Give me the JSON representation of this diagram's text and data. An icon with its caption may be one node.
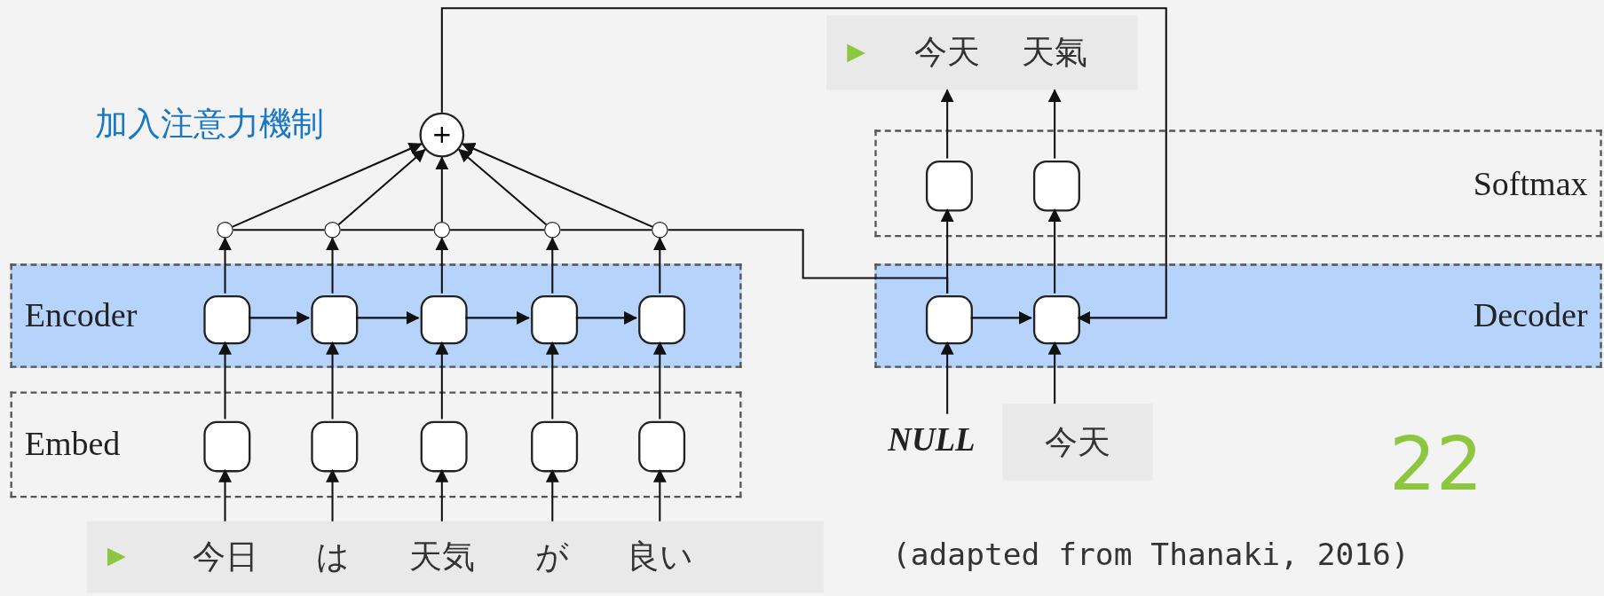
{
  "diagram": {
    "nodes": [
      {
        "text": [],
        "shape": "box"
      },
      {
        "text": [
          "今天"
        ],
        "in": 0
      },
      {
        "text": [
          "天氣"
        ],
        "in": 0
      },
      {
        "text": [
          "Softmax"
        ]
      },
      {
        "text": [],
        "shape": "box",
        "in": 3
      },
      {
        "text": [],
        "shape": "box",
        "in": 3
      },
      {
        "text": [
          "+"
        ]
      },
      {
        "text": [],
        "shape": "circle"
      },
      {
        "text": [],
        "shape": "circle"
      },
      {
        "text": [],
        "shape": "circle"
      },
      {
        "text": [],
        "shape": "circle"
      },
      {
        "text": [],
        "shape": "circle"
      },
      {
        "text": [
          "Encoder"
        ]
      },
      {
        "text": [],
        "shape": "box",
        "in": 12
      },
      {
        "text": [],
        "shape": "box",
        "in": 12
      },
      {
        "text": [],
        "shape": "box",
        "in": 12
      },
      {
        "text": [],
        "shape": "box",
        "in": 12
      },
      {
        "text": [],
        "shape": "box",
        "in": 12
      },
      {
        "text": [
          "Decoder"
        ]
      },
      {
        "text": [],
        "shape": "box",
        "in": 18
      },
      {
        "text": [],
        "shape": "box",
        "in": 18
      },
      {
        "text": [
          "Embed"
        ]
      },
      {
        "text": [],
        "shape": "box",
        "in": 21
      },
      {
        "text": [],
        "shape": "box",
        "in": 21
      },
      {
        "text": [],
        "shape": "box",
        "in": 21
      },
      {
        "text": [],
        "shape": "box",
        "in": 21
      },
      {
        "text": [],
        "shape": "box",
        "in": 21
      },
      {
        "text": [
          "NULL"
        ]
      },
      {
        "text": [
          "今天"
        ]
      },
      {
        "text": [],
        "shape": "box"
      },
      {
        "text": [
          "今日"
        ],
        "in": 29
      },
      {
        "text": [
          "は"
        ],
        "in": 29
      },
      {
        "text": [
          "天気"
        ],
        "in": 29
      },
      {
        "text": [
          "が"
        ],
        "in": 29
      },
      {
        "text": [
          "良い"
        ],
        "in": 29
      }
    ],
    "edges": [
      {
        "from": 30,
        "to": 22,
        "arrow": "to"
      },
      {
        "from": 31,
        "to": 23,
        "arrow": "to"
      },
      {
        "from": 32,
        "to": 24,
        "arrow": "to"
      },
      {
        "from": 33,
        "to": 25,
        "arrow": "to"
      },
      {
        "from": 34,
        "to": 26,
        "arrow": "to"
      },
      {
        "from": 22,
        "to": 13,
        "arrow": "to"
      },
      {
        "from": 23,
        "to": 14,
        "arrow": "to"
      },
      {
        "from": 24,
        "to": 15,
        "arrow": "to"
      },
      {
        "from": 25,
        "to": 16,
        "arrow": "to"
      },
      {
        "from": 26,
        "to": 17,
        "arrow": "to"
      },
      {
        "from": 13,
        "to": 14,
        "arrow": "to"
      },
      {
        "from": 14,
        "to": 15,
        "arrow": "to"
      },
      {
        "from": 15,
        "to": 16,
        "arrow": "to"
      },
      {
        "from": 16,
        "to": 17,
        "arrow": "to"
      },
      {
        "from": 13,
        "to": 7,
        "arrow": "to"
      },
      {
        "from": 14,
        "to": 8,
        "arrow": "to"
      },
      {
        "from": 15,
        "to": 9,
        "arrow": "to"
      },
      {
        "from": 16,
        "to": 10,
        "arrow": "to"
      },
      {
        "from": 17,
        "to": 11,
        "arrow": "to"
      },
      {
        "from": 7,
        "to": 8,
        "arrow": "none"
      },
      {
        "from": 8,
        "to": 9,
        "arrow": "none"
      },
      {
        "from": 9,
        "to": 10,
        "arrow": "none"
      },
      {
        "from": 10,
        "to": 11,
        "arrow": "none"
      },
      {
        "from": 7,
        "to": 6,
        "arrow": "to"
      },
      {
        "from": 8,
        "to": 6,
        "arrow": "to"
      },
      {
        "from": 9,
        "to": 6,
        "arrow": "to"
      },
      {
        "from": 10,
        "to": 6,
        "arrow": "to"
      },
      {
        "from": 11,
        "to": 6,
        "arrow": "to"
      },
      {
        "from": 11,
        "to": 19,
        "arrow": "none"
      },
      {
        "from": 6,
        "to": 20,
        "arrow": "to"
      },
      {
        "from": 19,
        "to": 20,
        "arrow": "to"
      },
      {
        "from": 27,
        "to": 19,
        "arrow": "to"
      },
      {
        "from": 28,
        "to": 20,
        "arrow": "to"
      },
      {
        "from": 19,
        "to": 4,
        "arrow": "to"
      },
      {
        "from": 20,
        "to": 5,
        "arrow": "to"
      },
      {
        "from": 4,
        "to": 1,
        "arrow": "to"
      },
      {
        "from": 5,
        "to": 2,
        "arrow": "to"
      }
    ],
    "labels": [
      "加入注意力機制",
      "22",
      "(adapted from Thanaki, 2016)"
    ]
  }
}
